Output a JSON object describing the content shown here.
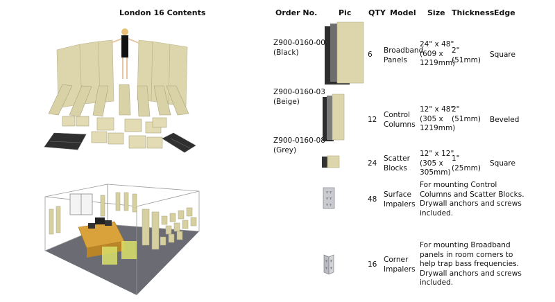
{
  "title": "London 16 Contents",
  "headers": {
    "order_no": "Order No.",
    "pic": "Pic",
    "qty": "QTY",
    "model": "Model",
    "size": "Size",
    "thickness": "Thickness",
    "edge": "Edge"
  },
  "order_numbers": [
    {
      "code": "Z900-0160-00",
      "color": "(Black)"
    },
    {
      "code": "Z900-0160-03",
      "color": "(Beige)"
    },
    {
      "code": "Z900-0160-08",
      "color": "(Grey)"
    }
  ],
  "rows": [
    {
      "qty": "6",
      "model": [
        "Broadband",
        "Panels"
      ],
      "size": [
        "24\" x 48\"",
        "(609 x",
        "1219mm)"
      ],
      "thickness": [
        "2\"",
        "(51mm)"
      ],
      "edge": "Square"
    },
    {
      "qty": "12",
      "model": [
        "Control",
        "Columns"
      ],
      "size": [
        "12\" x 48\"",
        "(305 x",
        "1219mm)"
      ],
      "thickness": [
        "2\"",
        "(51mm)"
      ],
      "edge": "Beveled"
    },
    {
      "qty": "24",
      "model": [
        "Scatter",
        "Blocks"
      ],
      "size": [
        "12\" x 12\"",
        "(305 x",
        "305mm)"
      ],
      "thickness": [
        "1\"",
        "(25mm)"
      ],
      "edge": "Square"
    },
    {
      "qty": "48",
      "model": [
        "Surface",
        "Impalers"
      ],
      "description": [
        "For mounting Control",
        "Columns and Scatter Blocks.",
        "Drywall anchors and screws",
        "included."
      ]
    },
    {
      "qty": "16",
      "model": [
        "Corner",
        "Impalers"
      ],
      "description": [
        "For mounting Broadband",
        "panels in room corners to",
        "help trap bass frequencies.",
        "Drywall anchors and screws",
        "included."
      ]
    }
  ],
  "colors": {
    "beige": "#ddd6ac",
    "black_panel": "#2c2c2c",
    "grey_floor": "#6b6b74",
    "wood": "#d9a23a"
  },
  "icons": [
    "product-photo",
    "room-rendering",
    "broadband-panel-image",
    "control-column-image",
    "scatter-block-image",
    "surface-impaler-image",
    "corner-impaler-image"
  ]
}
